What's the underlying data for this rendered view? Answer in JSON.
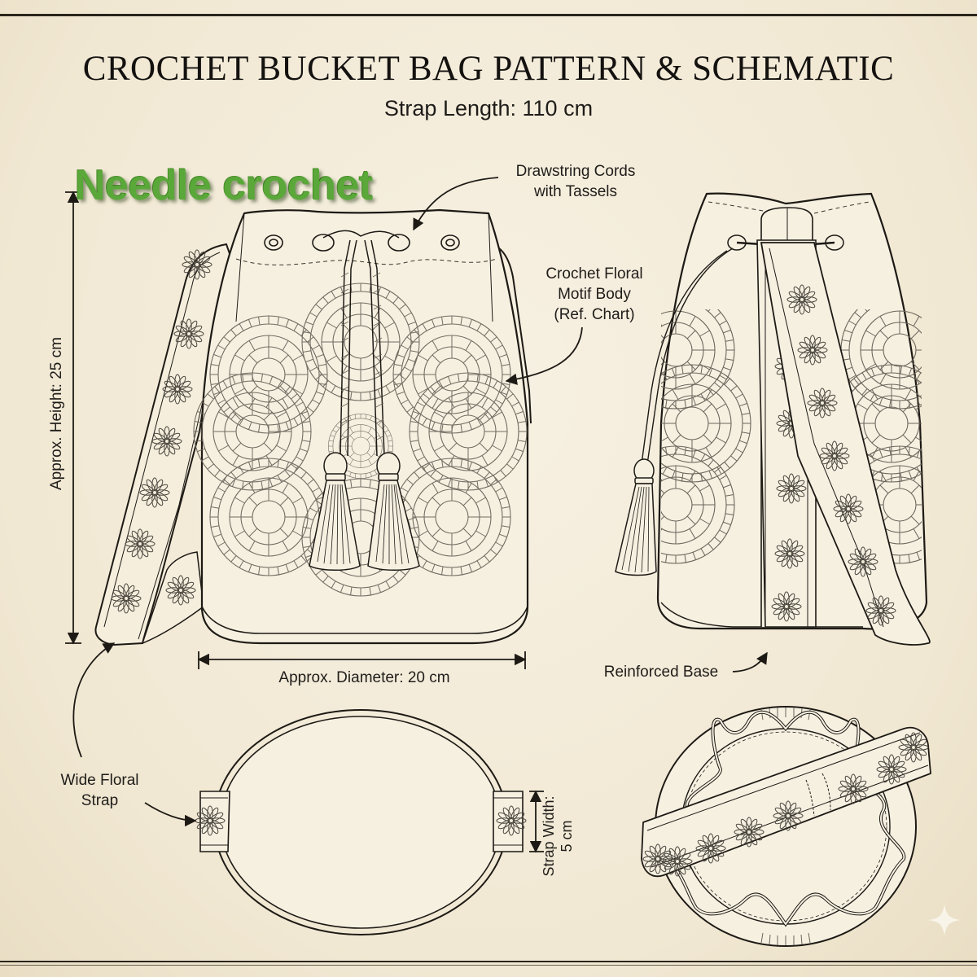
{
  "header": {
    "title": "CROCHET BUCKET BAG PATTERN & SCHEMATIC",
    "subtitle": "Strap Length: 110 cm"
  },
  "watermark": {
    "text": "Needle crochet",
    "color": "#5aa83a"
  },
  "callouts": {
    "drawstring": {
      "line1": "Drawstring Cords",
      "line2": "with Tassels"
    },
    "motif": {
      "line1": "Crochet Floral",
      "line2": "Motif Body",
      "line3": "(Ref. Chart)"
    },
    "reinforced_base": "Reinforced Base",
    "wide_strap": {
      "line1": "Wide Floral",
      "line2": "Strap"
    }
  },
  "dimensions": {
    "height": "Approx. Height: 25 cm",
    "diameter": "Approx. Diameter: 20 cm",
    "strap_width_line1": "Strap Width:",
    "strap_width_line2": "5 cm"
  },
  "views": [
    {
      "name": "front-view",
      "description": "Front view with drawstring tassels and floral motif"
    },
    {
      "name": "side-view",
      "description": "Side view with strap and single tassel"
    },
    {
      "name": "base-view",
      "description": "Oval base outline with strap end tabs"
    },
    {
      "name": "top-view",
      "description": "Top-down view with wavy drawstring and strap"
    }
  ],
  "colors": {
    "paper": "#f3ecda",
    "ink": "#2a251c",
    "motif_ink": "#6b665c",
    "watermark_green": "#5aa83a"
  }
}
